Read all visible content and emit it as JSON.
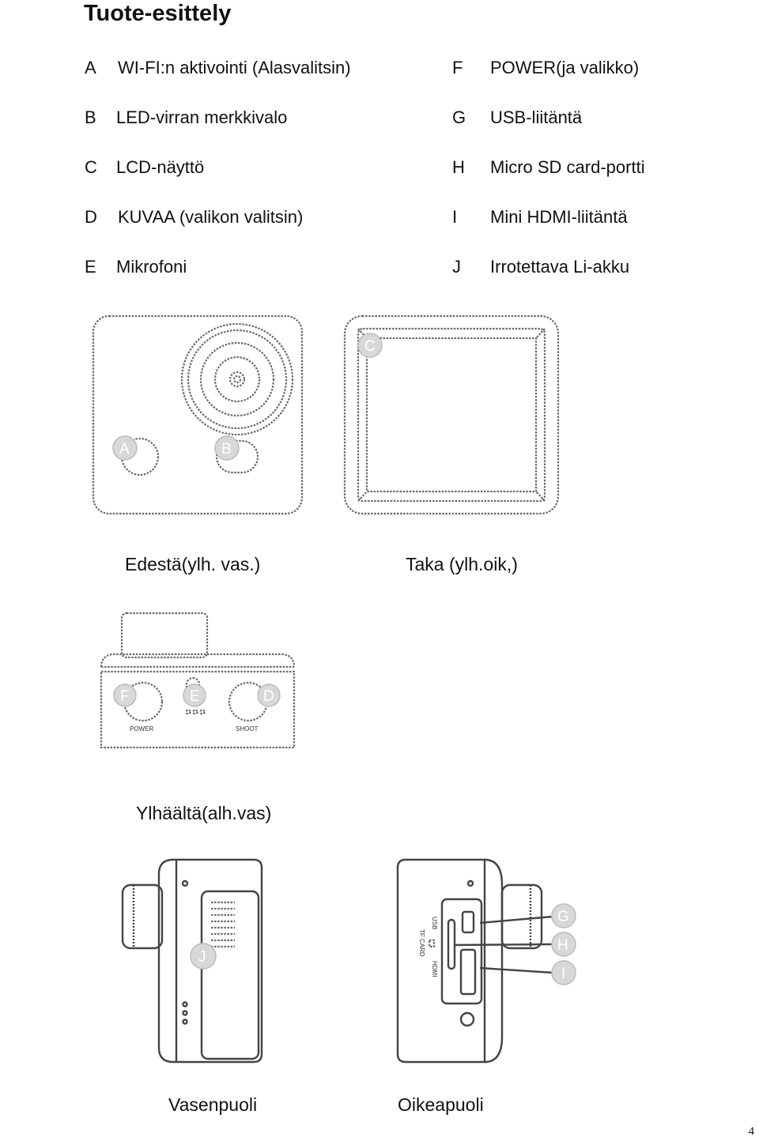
{
  "title": "Tuote-esittely",
  "legend_left": [
    {
      "letter": "A",
      "text": "WI-FI:n aktivointi (Alasvalitsin)"
    },
    {
      "letter": "B",
      "text": "LED-virran merkkivalo"
    },
    {
      "letter": "C",
      "text": "LCD-näyttö"
    },
    {
      "letter": "D",
      "text": "KUVAA (valikon valitsin)"
    },
    {
      "letter": "E",
      "text": "Mikrofoni"
    }
  ],
  "legend_right": [
    {
      "letter": "F",
      "text": "POWER(ja valikko)"
    },
    {
      "letter": "G",
      "text": "USB-liitäntä"
    },
    {
      "letter": "H",
      "text": "Micro SD card-portti"
    },
    {
      "letter": "I",
      "text": "Mini HDMI-liitäntä"
    },
    {
      "letter": "J",
      "text": "Irrotettava Li-akku"
    }
  ],
  "captions": {
    "front": "Edestä(ylh. vas.)",
    "back": "Taka (ylh.oik,)",
    "top": "Ylhäältä(alh.vas)",
    "left": "Vasenpuoli",
    "right": "Oikeapuoli"
  },
  "diagram_labels": {
    "a": "A",
    "b": "B",
    "c": "C",
    "d": "D",
    "e": "E",
    "f": "F",
    "g": "G",
    "h": "H",
    "i": "I",
    "j": "J"
  },
  "device_text": {
    "power": "POWER",
    "shoot": "SHOOT",
    "usb": "USB",
    "tf_card": "TF CARD",
    "hdmi": "HDMI"
  },
  "page_number": "4"
}
